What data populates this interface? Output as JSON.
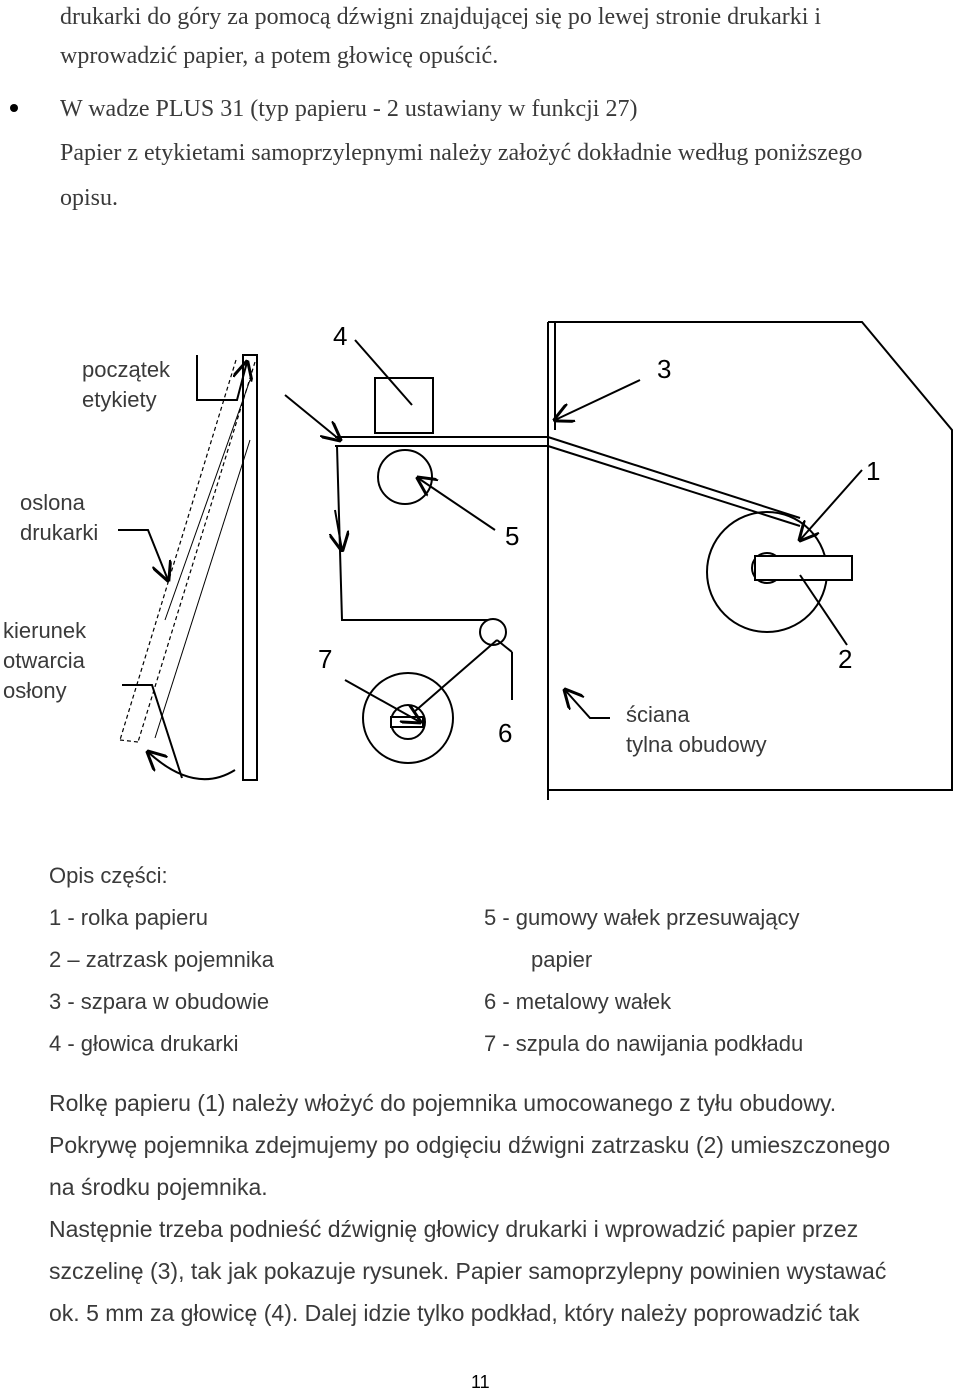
{
  "intro": {
    "line1": "drukarki do góry za pomocą dźwigni znajdującej się po lewej stronie drukarki i",
    "line2": "wprowadzić papier, a potem głowicę opuścić.",
    "bullet_line": "W wadze PLUS 31 (typ papieru - 2 ustawiany w funkcji 27)",
    "line3": "Papier z etykietami samoprzylepnymi należy założyć dokładnie według poniższego",
    "line4": "opisu."
  },
  "diagram": {
    "label_start_1": "początek",
    "label_start_2": "etykiety",
    "label_cover_1": "oslona",
    "label_cover_2": "drukarki",
    "label_dir_1": "kierunek",
    "label_dir_2": "otwarcia",
    "label_dir_3": "osłony",
    "label_wall_1": "ściana",
    "label_wall_2": "tylna obudowy",
    "n1": "1",
    "n2": "2",
    "n3": "3",
    "n4": "4",
    "n5": "5",
    "n6": "6",
    "n7": "7"
  },
  "parts": {
    "heading": "Opis części:",
    "left": [
      "1 - rolka papieru",
      "2 – zatrzask pojemnika",
      "3 - szpara w obudowie",
      "4 - głowica drukarki"
    ],
    "right": [
      "5 - gumowy wałek przesuwający",
      "papier",
      "6 - metalowy wałek",
      "7 - szpula do nawijania podkładu"
    ]
  },
  "body": {
    "l1": "Rolkę papieru (1) należy włożyć do pojemnika umocowanego z tyłu obudowy.",
    "l2": "Pokrywę pojemnika zdejmujemy po odgięciu dźwigni zatrzasku (2) umieszczonego",
    "l3": "na środku pojemnika.",
    "l4": "Następnie trzeba podnieść dźwignię głowicy drukarki i wprowadzić papier przez",
    "l5": "szczelinę (3), tak jak pokazuje rysunek. Papier samoprzylepny powinien wystawać",
    "l6": "ok. 5 mm za głowicę (4). Dalej idzie tylko podkład, który należy poprowadzić tak"
  },
  "page_number": "11"
}
